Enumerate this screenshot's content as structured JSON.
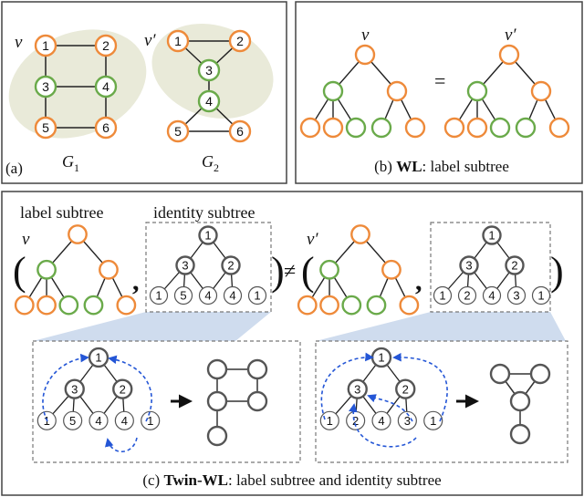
{
  "colors": {
    "orange": "#ee8a3a",
    "green": "#6aaa4a",
    "gray": "#555555",
    "blob": "#e9ead9",
    "dashed_blue": "#2456d6",
    "callout": "#cfdcee"
  },
  "panel_a": {
    "tag": "(a)",
    "g1": {
      "root": "v",
      "name": "G",
      "sub": "1",
      "nodes": [
        "1",
        "2",
        "3",
        "4",
        "5",
        "6"
      ]
    },
    "g2": {
      "root": "v′",
      "name": "G",
      "sub": "2",
      "nodes": [
        "1",
        "2",
        "3",
        "4",
        "5",
        "6"
      ]
    }
  },
  "panel_b": {
    "caption_bold": "WL",
    "caption_prefix": "(b) ",
    "caption_rest": ": label subtree",
    "left_root": "v",
    "right_root": "v′",
    "equals": "="
  },
  "panel_c": {
    "label_subtree": "label subtree",
    "identity_subtree": "identity subtree",
    "v": "v",
    "v_prime": "v′",
    "open_paren": "(",
    "close_paren": ")",
    "comma": ",",
    "neq": "≠",
    "id_tree_left": {
      "root": "1",
      "mid": [
        "3",
        "2"
      ],
      "leaves": [
        "1",
        "5",
        "4",
        "4",
        "1"
      ]
    },
    "id_tree_right": {
      "root": "1",
      "mid": [
        "3",
        "2"
      ],
      "leaves": [
        "1",
        "2",
        "4",
        "3",
        "1"
      ]
    },
    "caption_prefix": "(c) ",
    "caption_bold": "Twin-WL",
    "caption_rest": ": label subtree and identity subtree"
  }
}
